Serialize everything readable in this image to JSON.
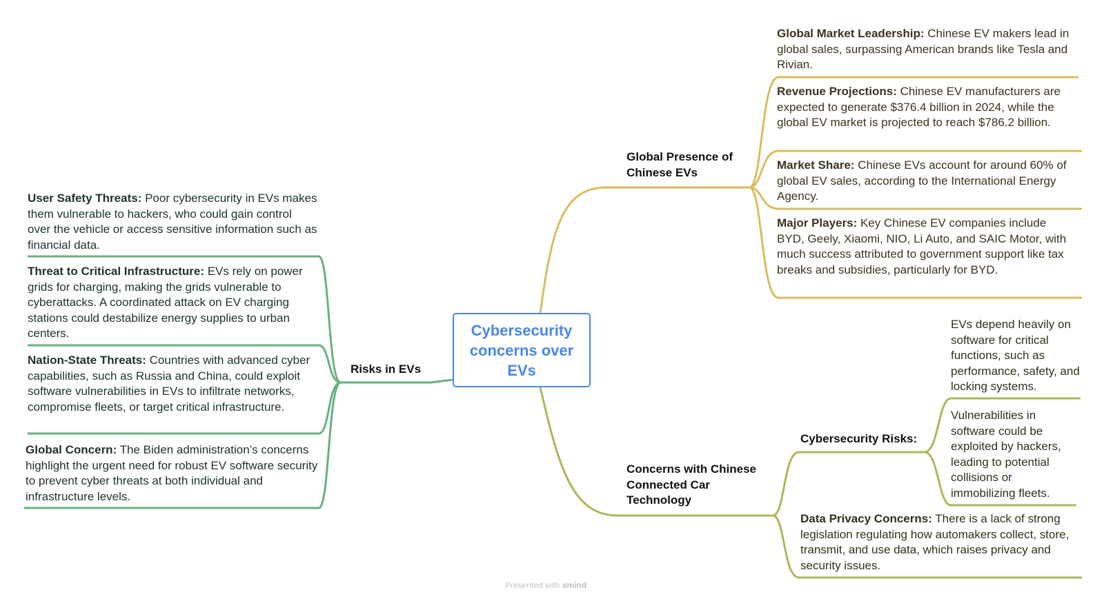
{
  "central_topic": "Cybersecurity concerns over EVs",
  "branches": {
    "global_presence": {
      "label": "Global Presence of Chinese EVs",
      "color": "#d9bd5e",
      "items": [
        {
          "title": "Global Market Leadership:",
          "text": " Chinese EV makers lead in global sales, surpassing American brands like Tesla and Rivian."
        },
        {
          "title": "Revenue Projections:",
          "text": " Chinese EV manufacturers are expected to generate $376.4 billion in 2024, while the global EV market is projected to reach $786.2 billion."
        },
        {
          "title": "Market Share:",
          "text": " Chinese EVs account for around 60% of global EV sales, according to the International Energy Agency."
        },
        {
          "title": "Major Players:",
          "text": " Key Chinese EV companies include BYD, Geely, Xiaomi, NIO, Li Auto, and SAIC Motor, with much success attributed to government support like tax breaks and subsidies, particularly for BYD."
        }
      ]
    },
    "risks": {
      "label": "Risks in EVs",
      "color": "#6aaf7f",
      "items": [
        {
          "title": "User Safety Threats:",
          "text": " Poor cybersecurity in EVs makes them vulnerable to hackers, who could gain control over the vehicle or access sensitive information such as financial data."
        },
        {
          "title": "Threat to Critical Infrastructure:",
          "text": " EVs rely on power grids for charging, making the grids vulnerable to cyberattacks. A coordinated attack on EV charging stations could destabilize energy supplies to urban centers."
        },
        {
          "title": "Nation-State Threats:",
          "text": " Countries with advanced cyber capabilities, such as Russia and China, could exploit software vulnerabilities in EVs to infiltrate networks, compromise fleets, or target critical infrastructure."
        },
        {
          "title": "Global Concern:",
          "text": " The Biden administration’s concerns highlight the urgent need for robust EV software security to prevent cyber threats at both individual and infrastructure levels."
        }
      ]
    },
    "connected_car": {
      "label": "Concerns with Chinese Connected Car Technology",
      "color": "#a9b85a",
      "cyber_risks": {
        "label": "Cybersecurity Risks:",
        "items": [
          "EVs depend heavily on software for critical functions, such as performance, safety, and locking systems.",
          "Vulnerabilities in software could be exploited by hackers, leading to potential collisions or immobilizing fleets."
        ]
      },
      "data_privacy": {
        "title": "Data Privacy Concerns:",
        "text": " There is a lack of strong legislation regulating how automakers collect, store, transmit, and use data, which raises privacy and security issues."
      }
    }
  },
  "footer": {
    "prefix": "Presented with ",
    "brand": "xmind"
  }
}
